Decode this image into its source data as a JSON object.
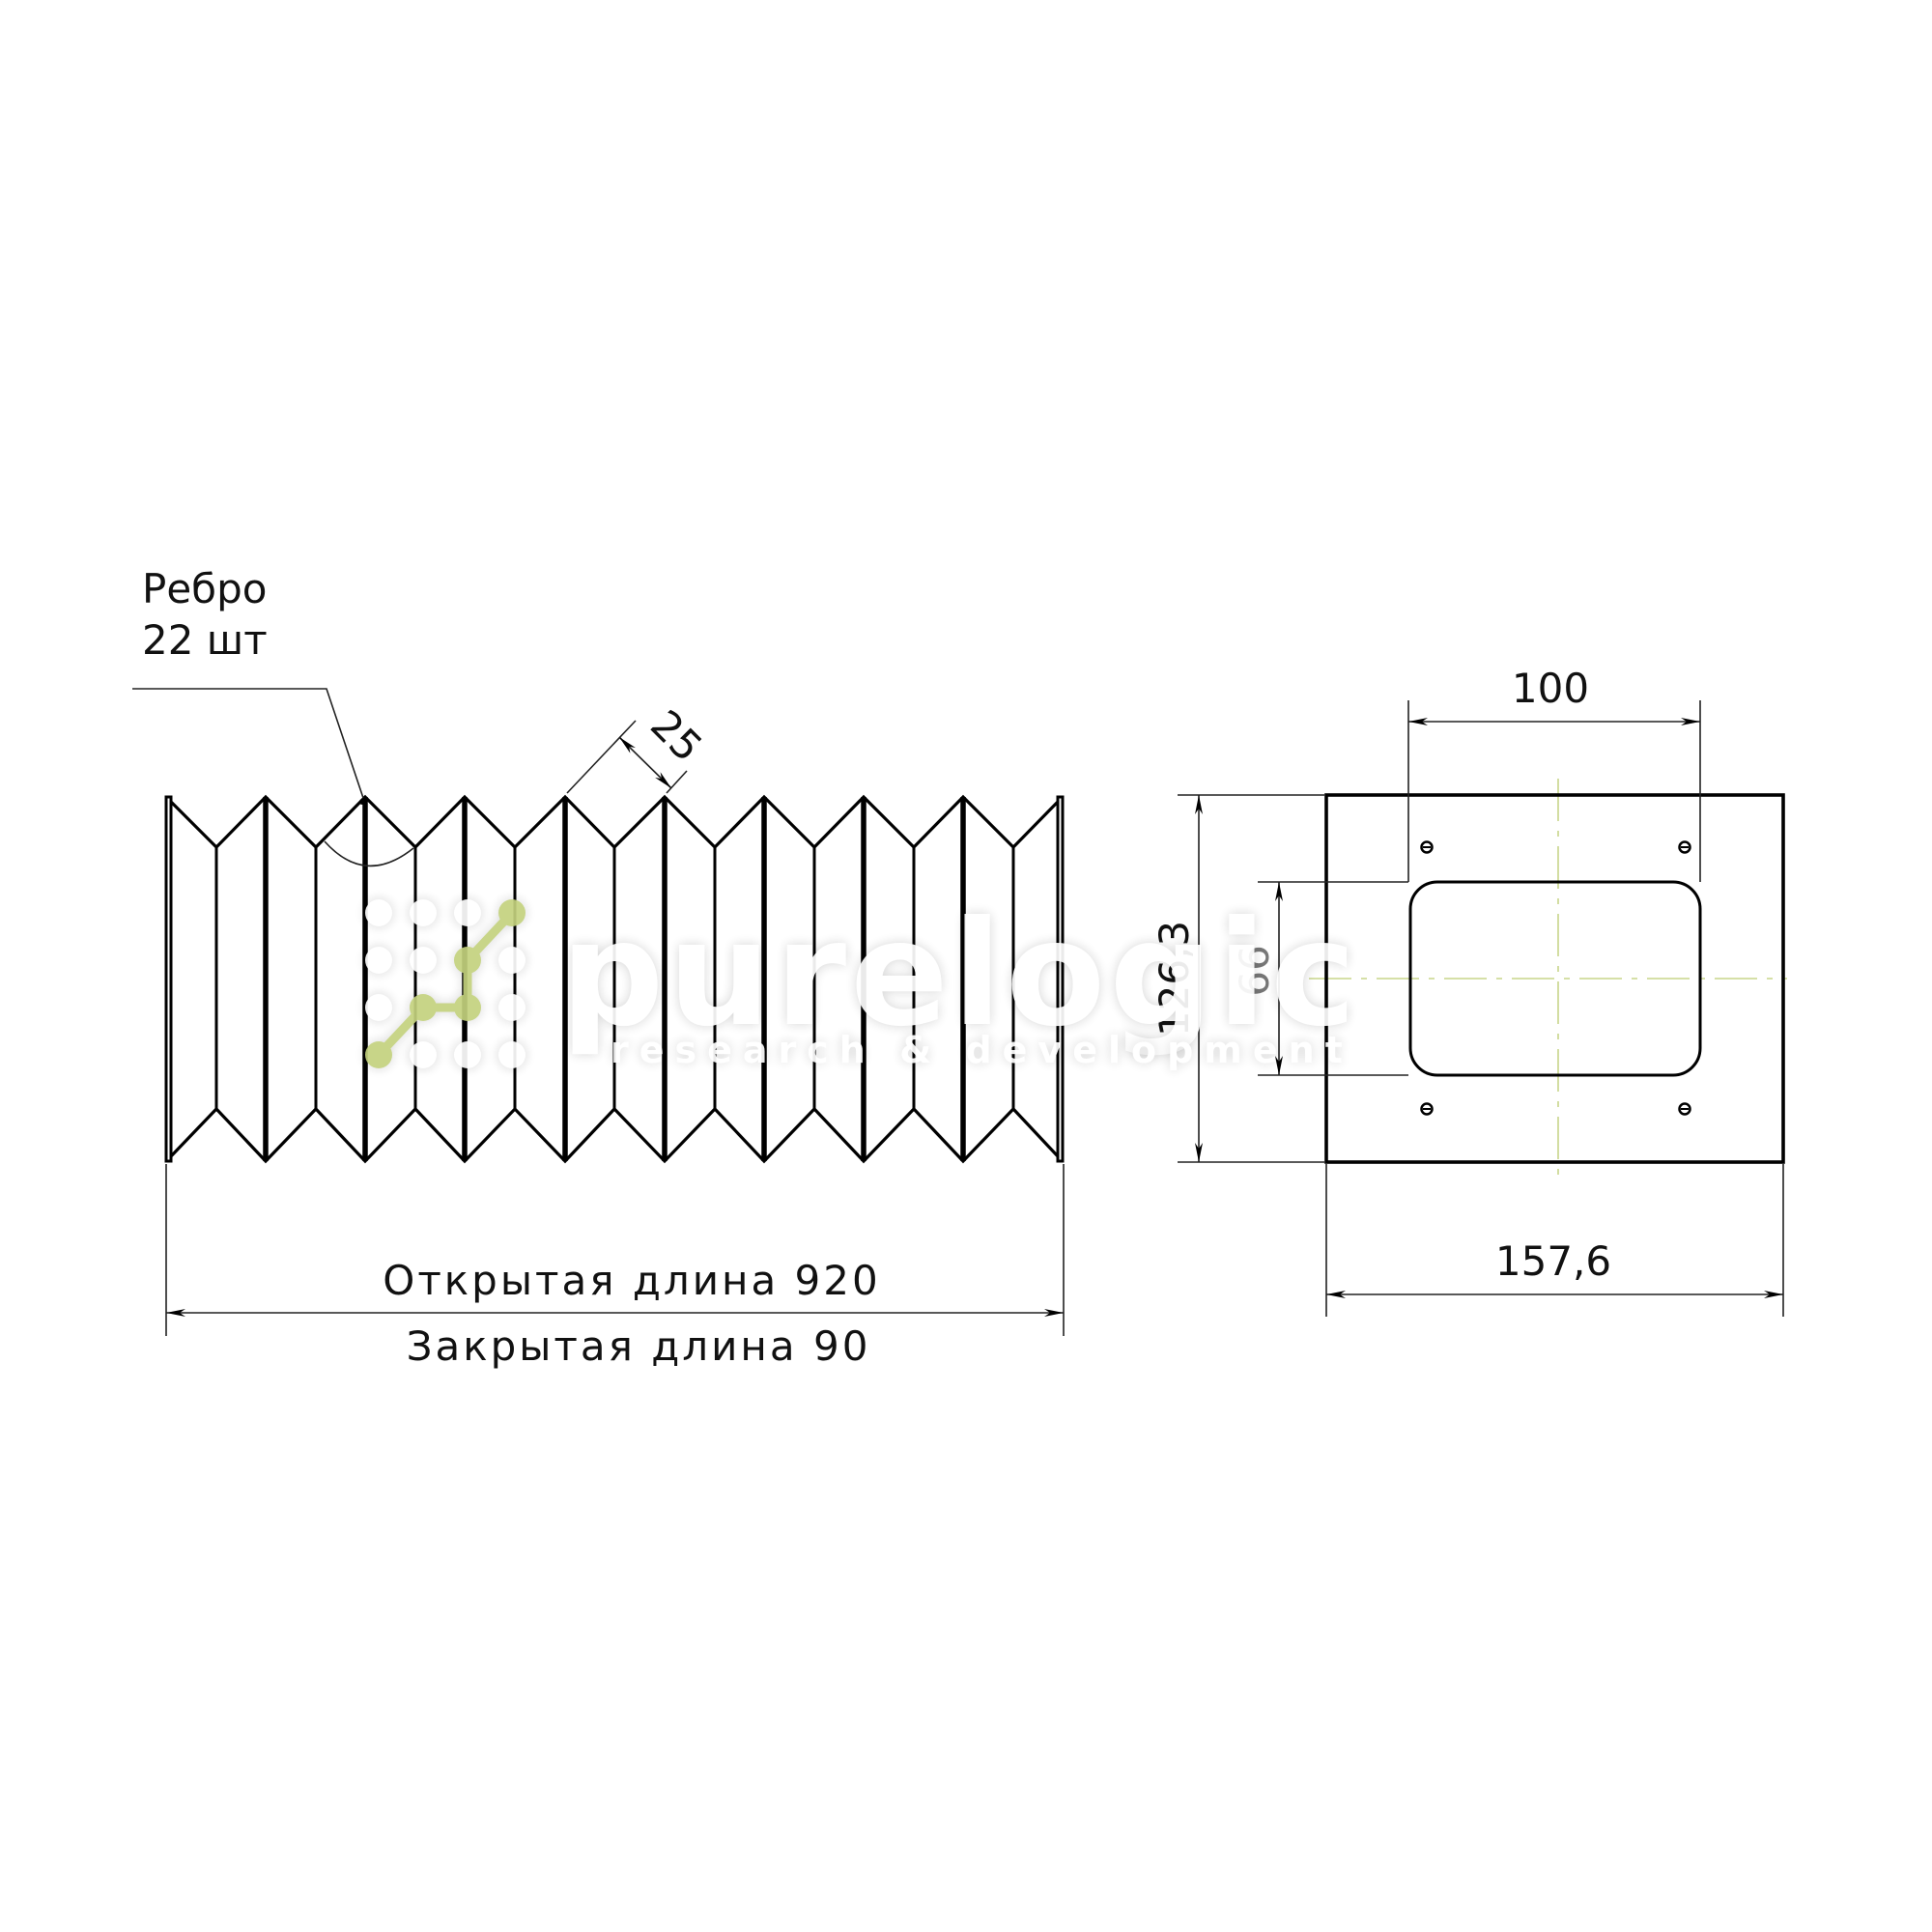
{
  "drawing": {
    "rib_note": {
      "line1": "Ребро",
      "line2": "22 шт"
    },
    "pitch_dim": "25",
    "open_length": "Открытая длина 920",
    "closed_length": "Закрытая длина 90",
    "flange": {
      "hole_spacing_width": "100",
      "overall_width": "157,6",
      "overall_height": "126,3",
      "opening_height": "66"
    }
  },
  "watermark": {
    "brand": "purelogic",
    "tagline": "research & development",
    "accent_color": "#c3d27e"
  },
  "colors": {
    "line": "#000000",
    "centerline": "#c8d58a",
    "background": "#ffffff"
  }
}
